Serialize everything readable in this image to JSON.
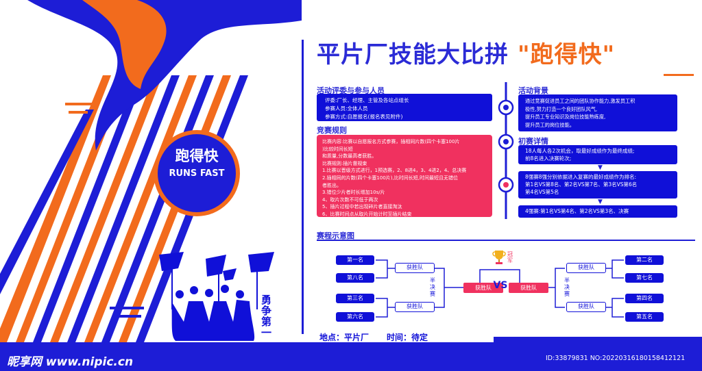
{
  "colors": {
    "primary_blue": "#1010d8",
    "orange": "#f26b1d",
    "pink_red": "#f0315f"
  },
  "title": {
    "main": "平片厂技能大比拼",
    "highlight": "\"跑得快\""
  },
  "badge": {
    "zh": "跑得快",
    "en": "RUNS FAST"
  },
  "slogan": "勇争第一",
  "participants": {
    "heading": "活动评委与参与人员",
    "lines": [
      "评委:厂长、经理、主管及各站点组长",
      "参赛人员:全体人员",
      "参赛方式:自愿报名(报名表见附件)"
    ]
  },
  "rules": {
    "heading": "竞赛规则",
    "lines": [
      "比赛内容:比赛以自愿报名方式参赛，插相同片数(四个卡塞100片",
      ")比较时间长短",
      "和质量,分数最高者获胜。",
      "比赛规则:插片督规束",
      "1.比赛以晋级方式进行，1预选赛，2、8进4，3、4进2，4、总决赛",
      "2.插相同的片数(四个卡塞100片),比时间长短,时间最短且无错位",
      "者胜出。",
      "3.错位少片者时长增加10s/片",
      "4、取片次数不可低于两次",
      "5、插片过程中若出现碎片者直接淘汰",
      "6、比赛时间点从取片开始计时至插片结束"
    ]
  },
  "background": {
    "heading": "活动背景",
    "lines": [
      "通过竞赛促进员工之间的团队协作能力,激发员工积",
      "极性,努力打造一个良好团队风气,",
      "提升员工专业知识及岗位技能熟练度,",
      "提升员工的岗位技能。"
    ]
  },
  "details": {
    "heading": "初赛详情",
    "box1": [
      "18人每人各2次机会，取最好成绩作为最终成绩;",
      "前8名进入决赛轮次;"
    ],
    "box2": [
      "8强赛8强分别依据进入复赛的最好成绩作为排名:",
      "第1名VS第8名、第2名VS第7名、第3名VS第6名",
      "第4名VS第5名"
    ],
    "box3": [
      "4强赛:第1名VS第4名、第2名VS第3名、决赛"
    ]
  },
  "bracket": {
    "heading": "赛程示意图",
    "left": [
      "第一名",
      "第八名",
      "第三名",
      "第六名"
    ],
    "right": [
      "第二名",
      "第七名",
      "第四名",
      "第五名"
    ],
    "winner": "获胜队",
    "semi": "半决赛",
    "vs": "VS",
    "champion": "冠军"
  },
  "footer": {
    "location": "地点：平片厂",
    "time": "时间：待定"
  },
  "watermark": {
    "site": "昵享网 www.nipic.cn",
    "id": "ID:33879831 NO:20220316180158412121"
  }
}
